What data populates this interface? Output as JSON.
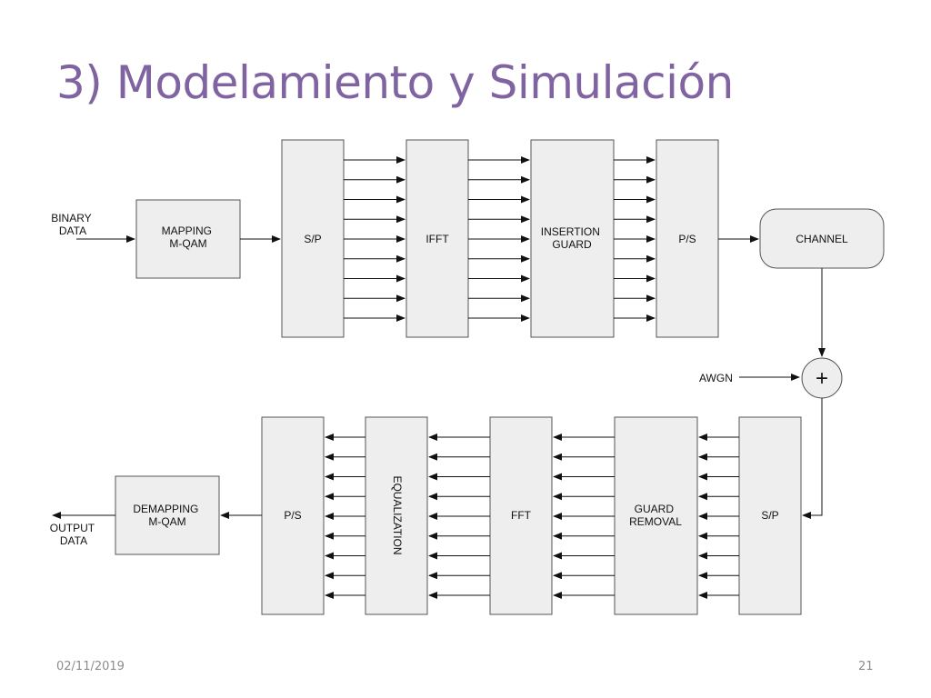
{
  "slide": {
    "title": "3) Modelamiento y Simulación",
    "date": "02/11/2019",
    "page_number": "21"
  },
  "diagram": {
    "transmitter": {
      "input_label": [
        "BINARY",
        "DATA"
      ],
      "mapping": [
        "MAPPING",
        "M-QAM"
      ],
      "sp": "S/P",
      "ifft": "IFFT",
      "insertion_guard": [
        "INSERTION",
        "GUARD"
      ],
      "ps": "P/S"
    },
    "channel": {
      "label": "CHANNEL",
      "noise_label": "AWGN",
      "adder_symbol": "+"
    },
    "receiver": {
      "sp": "S/P",
      "guard_removal": [
        "GUARD",
        "REMOVAL"
      ],
      "fft": "FFT",
      "equalization": "EQUALIZATION",
      "ps": "P/S",
      "demapping": [
        "DEMAPPING",
        "M-QAM"
      ],
      "output_label": [
        "OUTPUT",
        "DATA"
      ]
    },
    "parallel_lines": 9
  }
}
